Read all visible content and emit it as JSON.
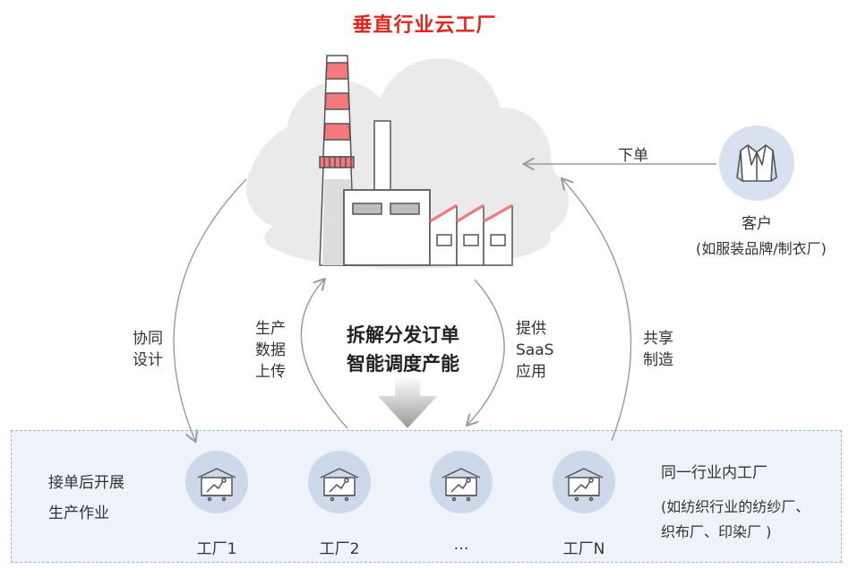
{
  "title": "垂直行业云工厂",
  "customer": {
    "order_label": "下单",
    "name": "客户",
    "desc": "(如服装品牌/制衣厂)"
  },
  "center": {
    "line1": "拆解分发订单",
    "line2": "智能调度产能"
  },
  "arrows": {
    "co_design": [
      "协同",
      "设计"
    ],
    "data_upload": [
      "生产",
      "数据",
      "上传"
    ],
    "saas": [
      "提供",
      "SaaS",
      "应用"
    ],
    "shared_mfg": [
      "共享",
      "制造"
    ]
  },
  "zone": {
    "left_label": [
      "接单后开展",
      "生产作业"
    ],
    "right_title": "同一行业内工厂",
    "right_desc": [
      "(如纺织行业的纺纱厂、",
      "织布厂、印染厂 )"
    ]
  },
  "factories": [
    "工厂1",
    "工厂2",
    "…",
    "工厂N"
  ]
}
